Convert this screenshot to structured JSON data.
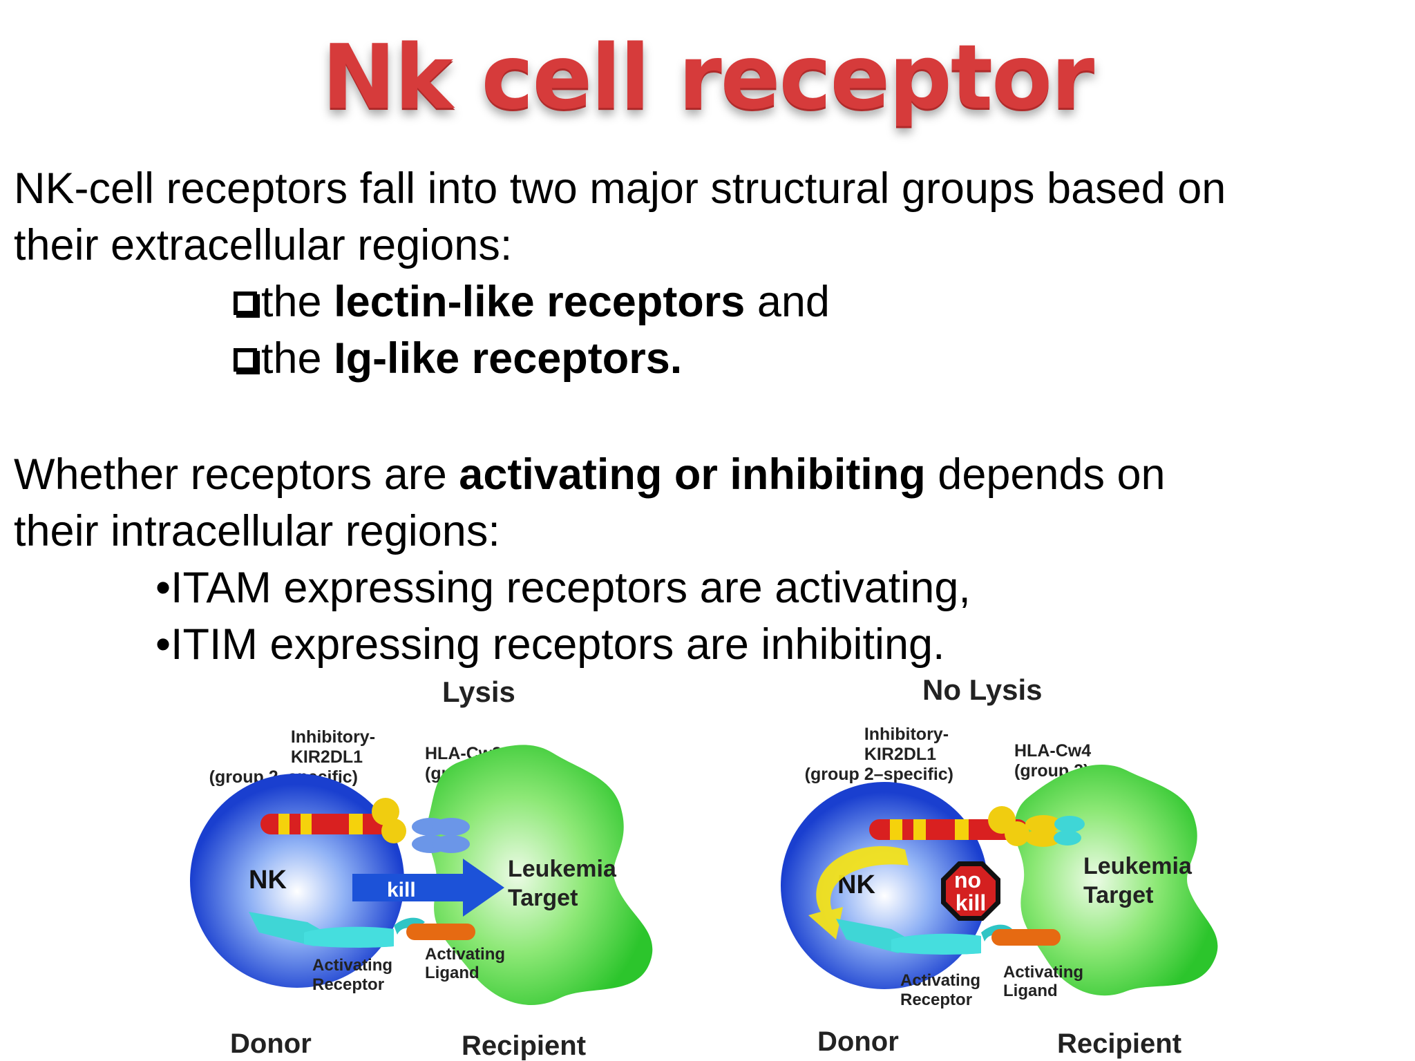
{
  "slide": {
    "title": "Nk cell receptor",
    "para1": {
      "line1": "NK-cell receptors fall into two major structural groups based on",
      "line2": "their extracellular regions:",
      "item1": {
        "pre": "the ",
        "bold": "lectin-like receptors",
        "post": " and"
      },
      "item2": {
        "pre": "the ",
        "bold": "Ig-like receptors.",
        "post": ""
      }
    },
    "para2": {
      "line1_pre": "Whether receptors are ",
      "line1_bold": "activating or inhibiting",
      "line1_post": " depends on",
      "line2": "their intracellular regions:",
      "bullet1": "•ITAM expressing receptors are activating,",
      "bullet2": "•ITIM expressing receptors are inhibiting."
    }
  },
  "diagrams": {
    "left": {
      "heading": "Lysis",
      "inhib_label": [
        "Inhibitory-",
        "KIR2DL1",
        "(group 2–specific)"
      ],
      "hla_label": [
        "HLA-Cw3",
        "(group 1)"
      ],
      "nk": "NK",
      "arrow": "kill",
      "target": [
        "Leukemia",
        "Target"
      ],
      "act_receptor": [
        "Activating",
        "Receptor"
      ],
      "act_ligand": [
        "Activating",
        "Ligand"
      ],
      "donor": "Donor",
      "recipient": "Recipient"
    },
    "right": {
      "heading": "No Lysis",
      "inhib_label": [
        "Inhibitory-",
        "KIR2DL1",
        "(group 2–specific)"
      ],
      "hla_label": [
        "HLA-Cw4",
        "(group 2)"
      ],
      "nk": "NK",
      "stop": [
        "no",
        "kill"
      ],
      "target": [
        "Leukemia",
        "Target"
      ],
      "act_receptor": [
        "Activating",
        "Receptor"
      ],
      "act_ligand": [
        "Activating",
        "Ligand"
      ],
      "donor": "Donor",
      "recipient": "Recipient"
    }
  },
  "colors": {
    "title": "#d63b3b",
    "nk_cell": "#1f4fd6",
    "target_cell": "#3ecf3e",
    "kill_arrow": "#1c52d8",
    "stop_sign": "#d42020",
    "receptor_yellow": "#f5d20c",
    "receptor_red": "#d92020",
    "activating_cyan": "#3fd6d6",
    "ligand_orange": "#e66a12"
  }
}
